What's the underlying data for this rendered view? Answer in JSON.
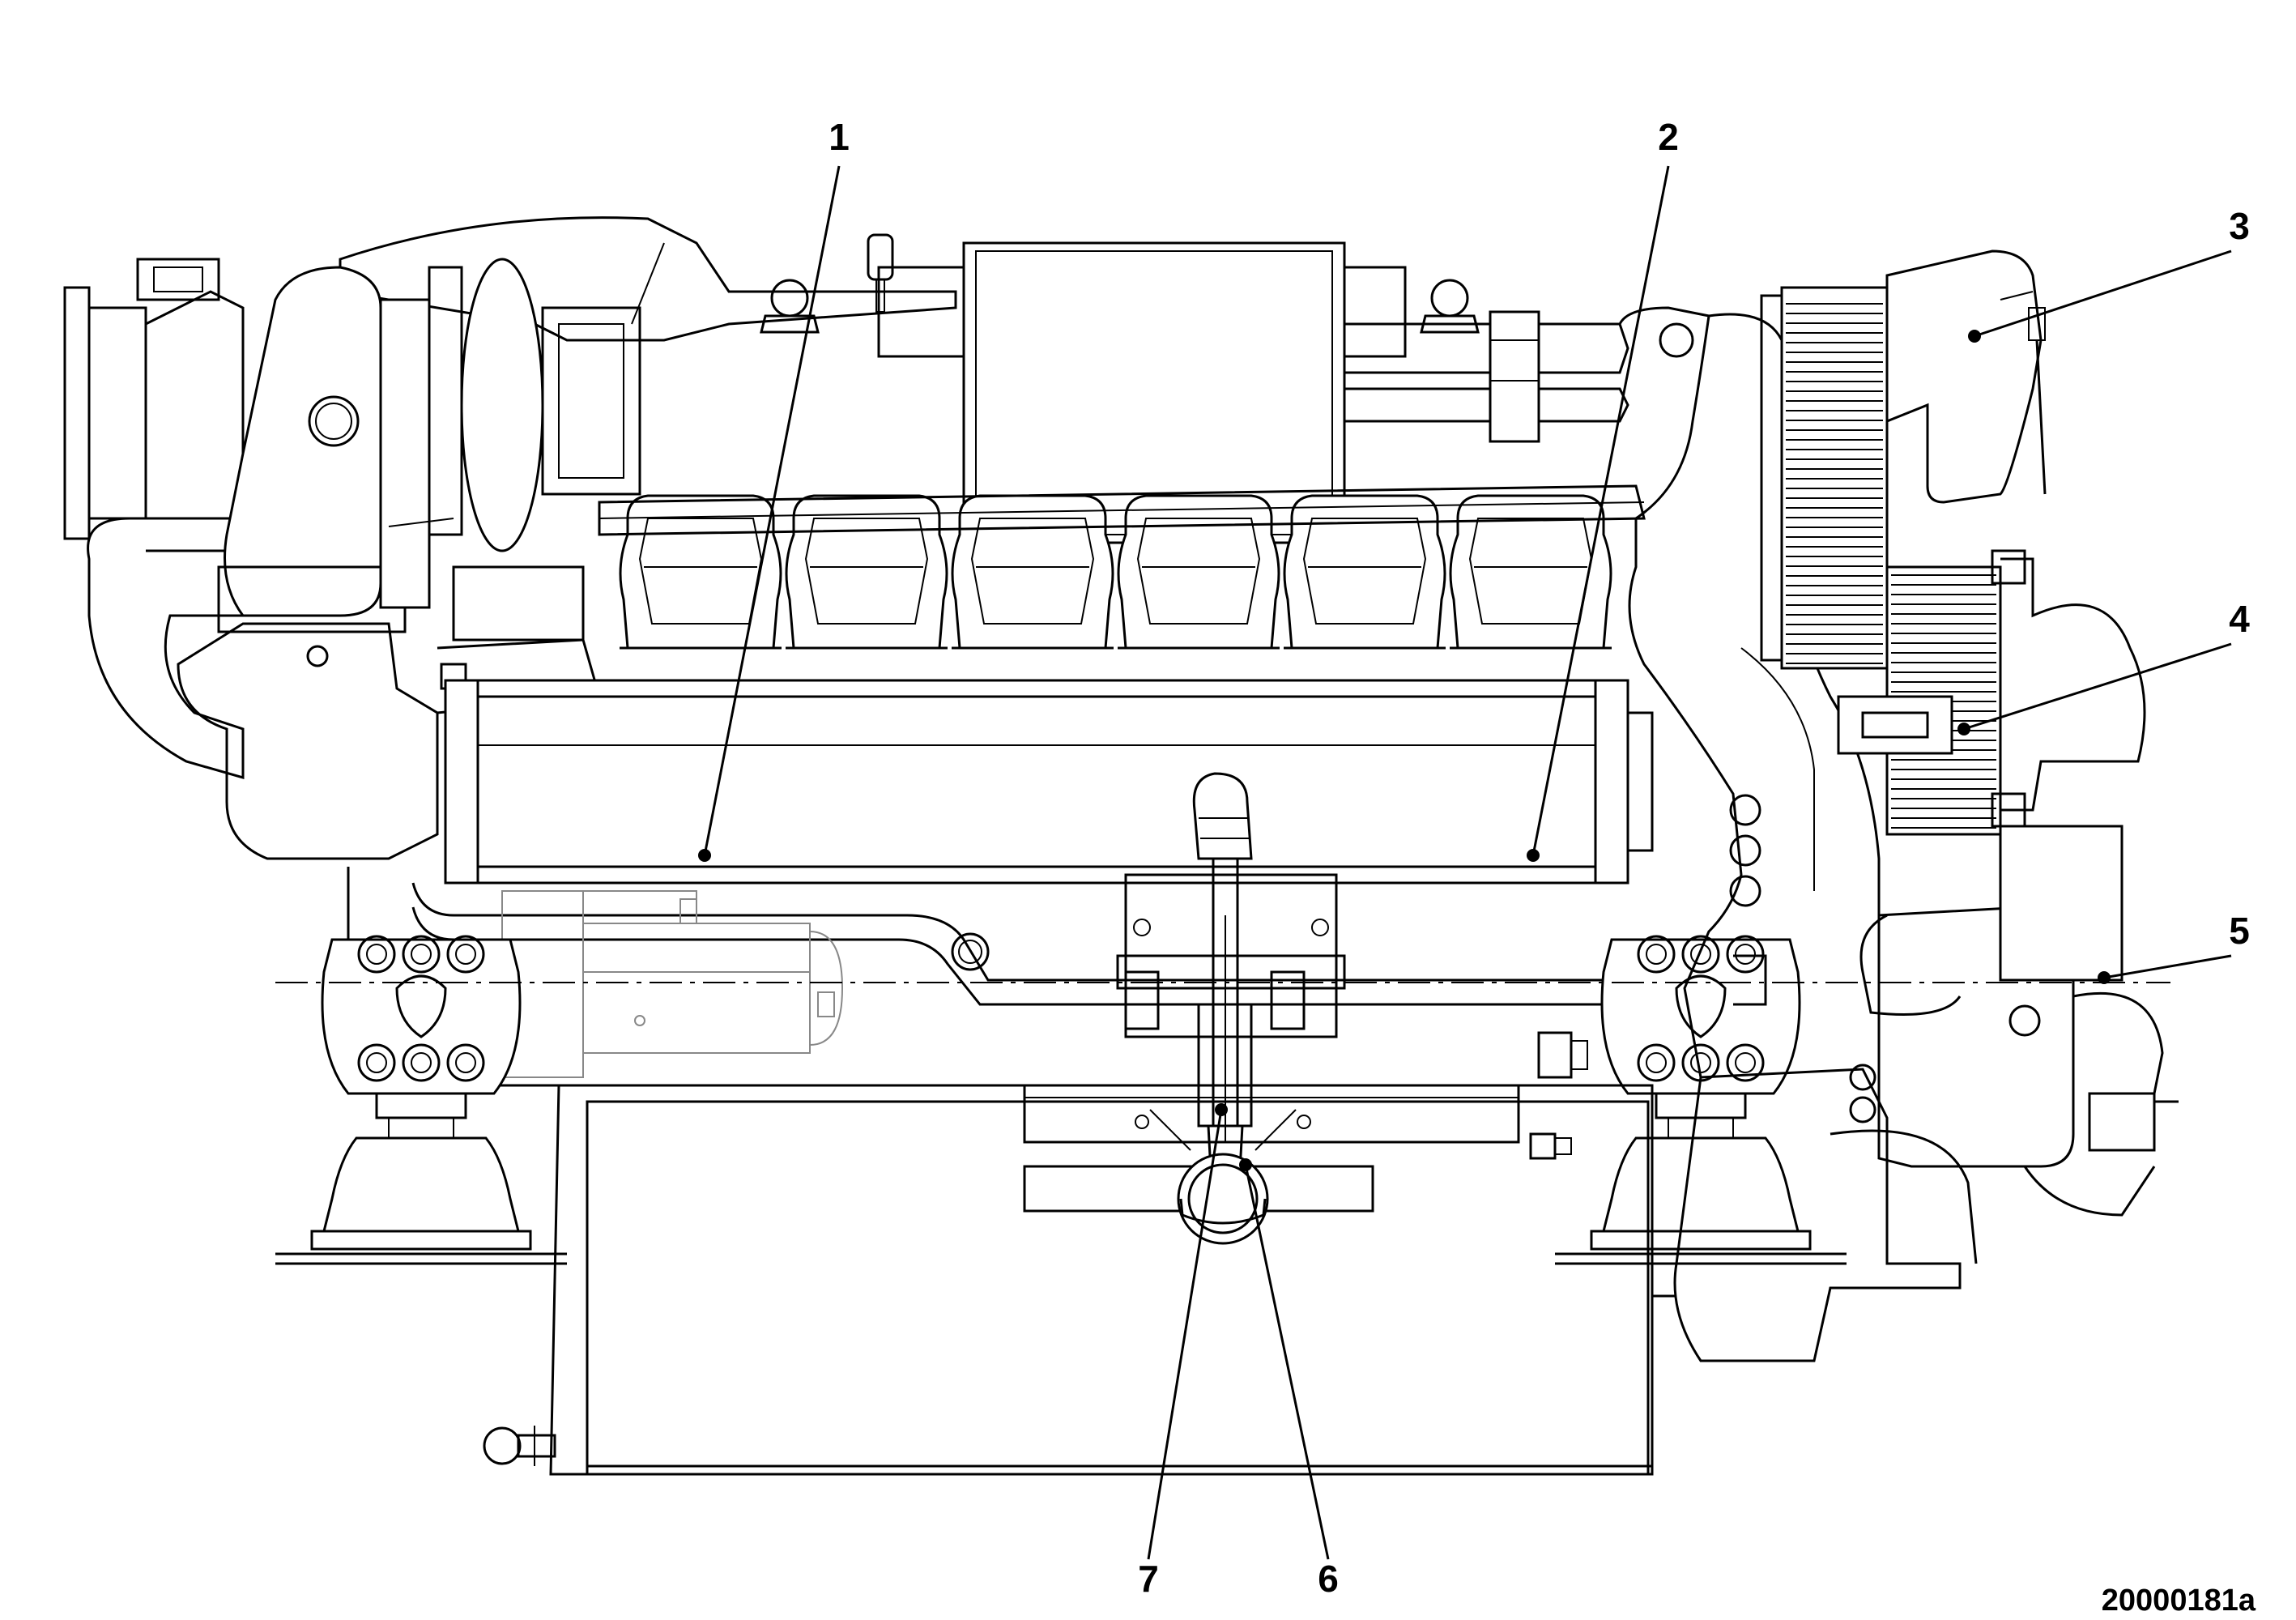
{
  "drawing": {
    "reference_code": "20000181a"
  },
  "callouts": [
    {
      "label": "1"
    },
    {
      "label": "2"
    },
    {
      "label": "3"
    },
    {
      "label": "4"
    },
    {
      "label": "5"
    },
    {
      "label": "6"
    },
    {
      "label": "7"
    }
  ]
}
